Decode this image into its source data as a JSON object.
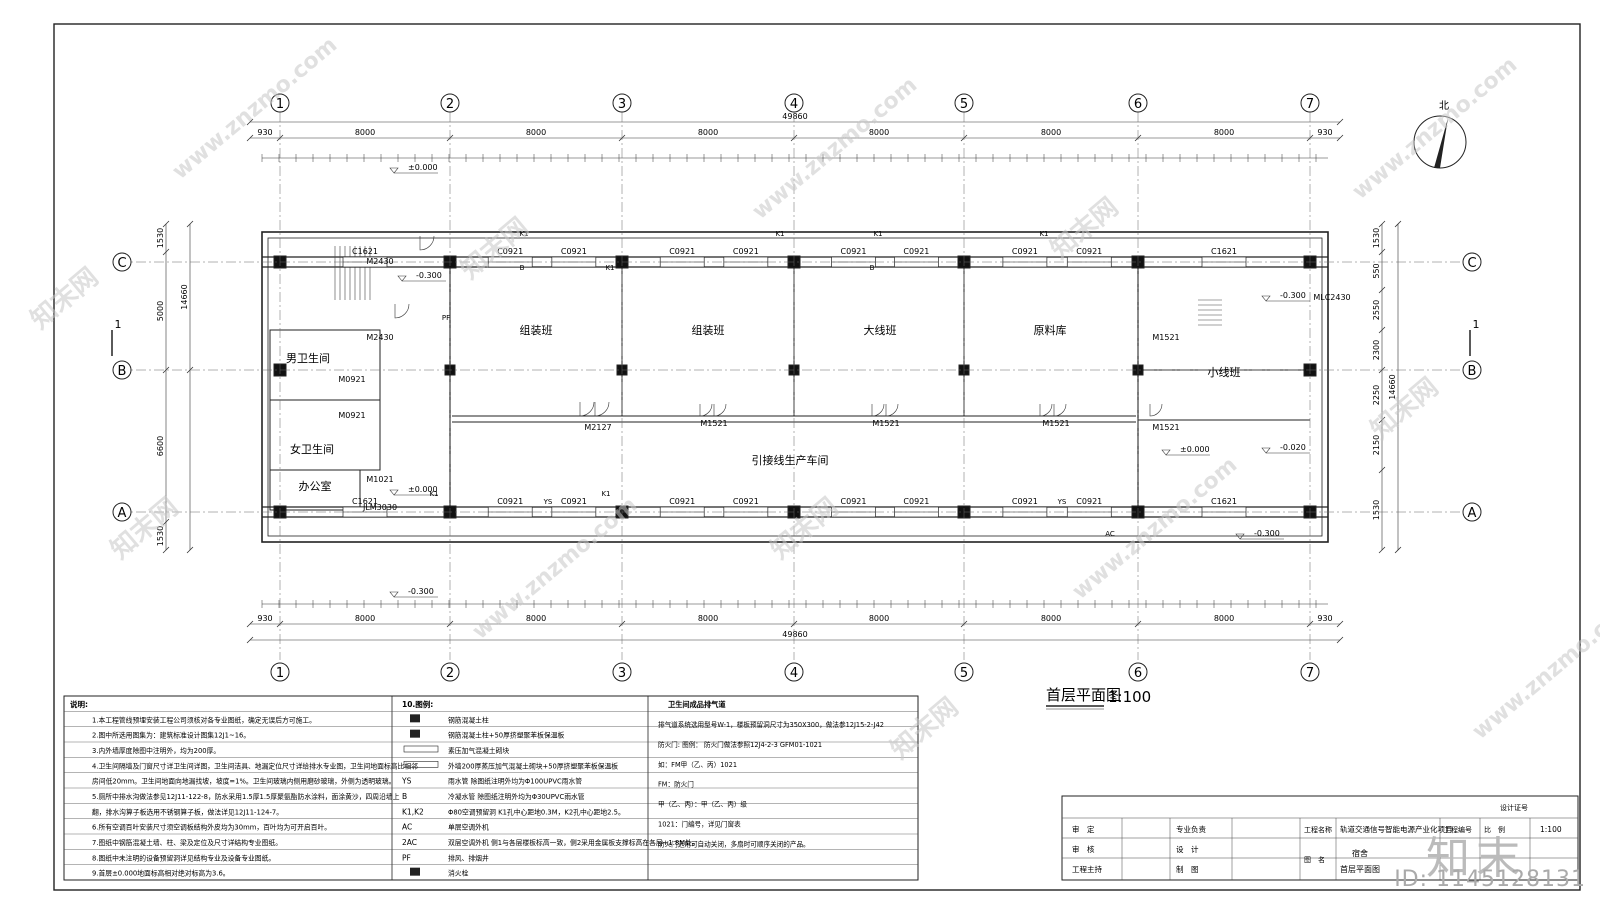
{
  "drawing": {
    "plan_title": "首层平面图",
    "plan_scale": "1:100",
    "north_label": "北",
    "section_mark": "1",
    "total_dimension": "49860",
    "total_depth": "14660",
    "axes_numbers": [
      "1",
      "2",
      "3",
      "4",
      "5",
      "6",
      "7"
    ],
    "axes_letters": [
      "C",
      "B",
      "A"
    ],
    "bay_dimensions": [
      "8000",
      "8000",
      "8000",
      "8000",
      "8000",
      "8000"
    ],
    "end_offsets": [
      "930",
      "930"
    ],
    "depth_segments_left": [
      "1530",
      "5000",
      "6600",
      "1530"
    ],
    "depth_segments_right": [
      "1530",
      "550",
      "2550",
      "2300",
      "2250",
      "2150",
      "1530"
    ],
    "window_label": "C0921",
    "end_window_label": "C1621",
    "rooms": [
      {
        "name": "组装班",
        "id": "r1"
      },
      {
        "name": "组装班",
        "id": "r2"
      },
      {
        "name": "大线班",
        "id": "r3"
      },
      {
        "name": "原料库",
        "id": "r4"
      },
      {
        "name": "小线班",
        "id": "r5"
      },
      {
        "name": "引接线生产车间",
        "id": "r6"
      },
      {
        "name": "男卫生间",
        "id": "r7"
      },
      {
        "name": "女卫生间",
        "id": "r8"
      },
      {
        "name": "办公室",
        "id": "r9"
      }
    ],
    "doors": [
      "M2430",
      "M2430",
      "M2127",
      "M1521",
      "M1521",
      "M1521",
      "M1521",
      "M1521",
      "M0921",
      "M0921",
      "M1021",
      "JLM3030",
      "MLC2430"
    ],
    "levels": [
      "±0.000",
      "-0.300",
      "±0.000",
      "-0.300",
      "±0.000",
      "-0.020",
      "-0.300",
      "-0.300"
    ],
    "tags": [
      "K1",
      "K1",
      "K1",
      "K1",
      "K1",
      "K1",
      "K1",
      "YS",
      "YS",
      "B",
      "B",
      "PF",
      "AC"
    ]
  },
  "notes": {
    "heading": "说明:",
    "items": [
      "1.本工程管线预埋安装工程公司须核对各专业图纸，确定无误后方可施工。",
      "2.图中所选用图集为：建筑标准设计图集12J1~16。",
      "3.内外墙厚度除图中注明外，均为200厚。",
      "4.卫生间隔墙及门窗尺寸详卫生间详图，卫生间洁具、地漏定位尺寸详给排水专业图，卫生间地面标高比相邻",
      "房间低20mm。卫生间地面向地漏找坡，坡度=1%。卫生间玻璃内侧用磨砂玻璃，外侧为透明玻璃。",
      "5.厕所中排水沟做法参见12J11-122-8，防水采用1.5厚1.5厚聚氨酯防水涂料，面涂黄沙，四周沿墙上",
      "翻，排水沟算子板选用不锈钢算子板，做法详见12J11-124-7。",
      "6.所有空调百叶安装尺寸须空调板结构外皮均为30mm，百叶均为可开启百叶。",
      "7.图纸中钢筋混凝土墙、柱、梁及定位及尺寸详结构专业图纸。",
      "8.图纸中未注明的设备预留洞详见结构专业及设备专业图纸。",
      "9.首层±0.000地面标高相对绝对标高为3.6。"
    ]
  },
  "legend": {
    "heading": "10.图例:",
    "items": [
      {
        "sym": "",
        "text": "钢筋混凝土柱"
      },
      {
        "sym": "",
        "text": "钢筋混凝土柱+50厚挤塑聚苯板保温板"
      },
      {
        "sym": "",
        "text": "素压加气混凝土砌块"
      },
      {
        "sym": "",
        "text": "外墙200厚蒸压加气混凝土砌块+50厚挤塑聚苯板保温板"
      },
      {
        "sym": "YS",
        "text": "雨水管   除图纸注明外均为Φ100UPVC雨水管"
      },
      {
        "sym": "B",
        "text": "冷凝水管   除图纸注明外均为Φ30UPVC雨水管"
      },
      {
        "sym": "K1,K2",
        "text": "Φ80空调预留洞    K1孔中心距地0.3M，K2孔中心距地2.5。"
      },
      {
        "sym": "AC",
        "text": "单层空调外机"
      },
      {
        "sym": "2AC",
        "text": "双层空调外机   侧1与各层楼板标高一致，侧2采用金属板支撑标高在各层+1.8M处。"
      },
      {
        "sym": "PF",
        "text": "排风、排烟井"
      },
      {
        "sym": "",
        "text": "消火栓"
      }
    ]
  },
  "ventilation": {
    "heading": "卫生间成品排气道",
    "items": [
      "排气道系统选用型号W-1，楼板预留洞尺寸为350X300，做法参12J15-2-J42",
      "防火门:   图例：     防火门做法参照12J4-2-3 GFM01-1021",
      "如：FM甲（乙、丙）1021",
      "FM：防火门",
      "甲（乙、丙）：甲（乙、丙）级",
      "1021：门编号，详见门窗表",
      "防火门选用可自动关闭，多扇时可顺序关闭的产品。"
    ]
  },
  "title_block": {
    "roles": [
      "审　定",
      "审　核",
      "工程主持"
    ],
    "roles2": [
      "专业负责",
      "设　计",
      "制　图"
    ],
    "project_label": "工程名称",
    "project_name": "轨道交通信号智能电源产业化项目",
    "project_no_label": "工程编号",
    "drawing_label": "图　名",
    "drawing_name_1": "宿舍",
    "drawing_name_2": "首层平面图",
    "scale_label": "比　例",
    "scale": "1:100",
    "sheet_label": "设计证号"
  },
  "watermark": {
    "logo": "知末",
    "id": "ID: 1145128131",
    "text": "www.znzmo.com",
    "brand": "知末网"
  }
}
